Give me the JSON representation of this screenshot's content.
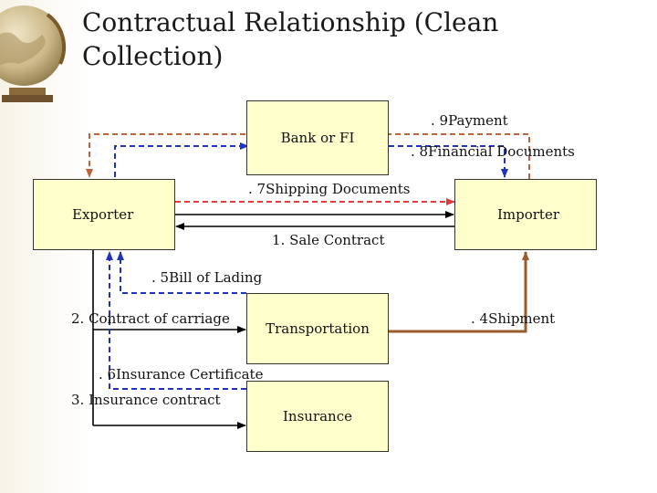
{
  "slide": {
    "title": "Contractual Relationship (Clean Collection)"
  },
  "colors": {
    "box_fill": "#ffffcc",
    "payment_line": "#c0623a",
    "documents_line": "#2233bb",
    "shipping_line": "#e23b3b",
    "shipment_line": "#9a5a2a",
    "contract_line": "#000000"
  },
  "nodes": {
    "bank": "Bank or FI",
    "exporter": "Exporter",
    "importer": "Importer",
    "transportation": "Transportation",
    "insurance": "Insurance"
  },
  "flows": {
    "payment": ". 9Payment",
    "financial_docs": ". 8Financial Documents",
    "shipping_docs": ". 7Shipping Documents",
    "sale_contract": "1. Sale Contract",
    "bill_of_lading": ". 5Bill of Lading",
    "contract_carriage": "2. Contract of carriage",
    "shipment": ". 4Shipment",
    "insurance_certificate": ". 6Insurance Certificate",
    "insurance_contract": "3. Insurance contract"
  },
  "icons": {
    "decor": "globe-icon"
  }
}
